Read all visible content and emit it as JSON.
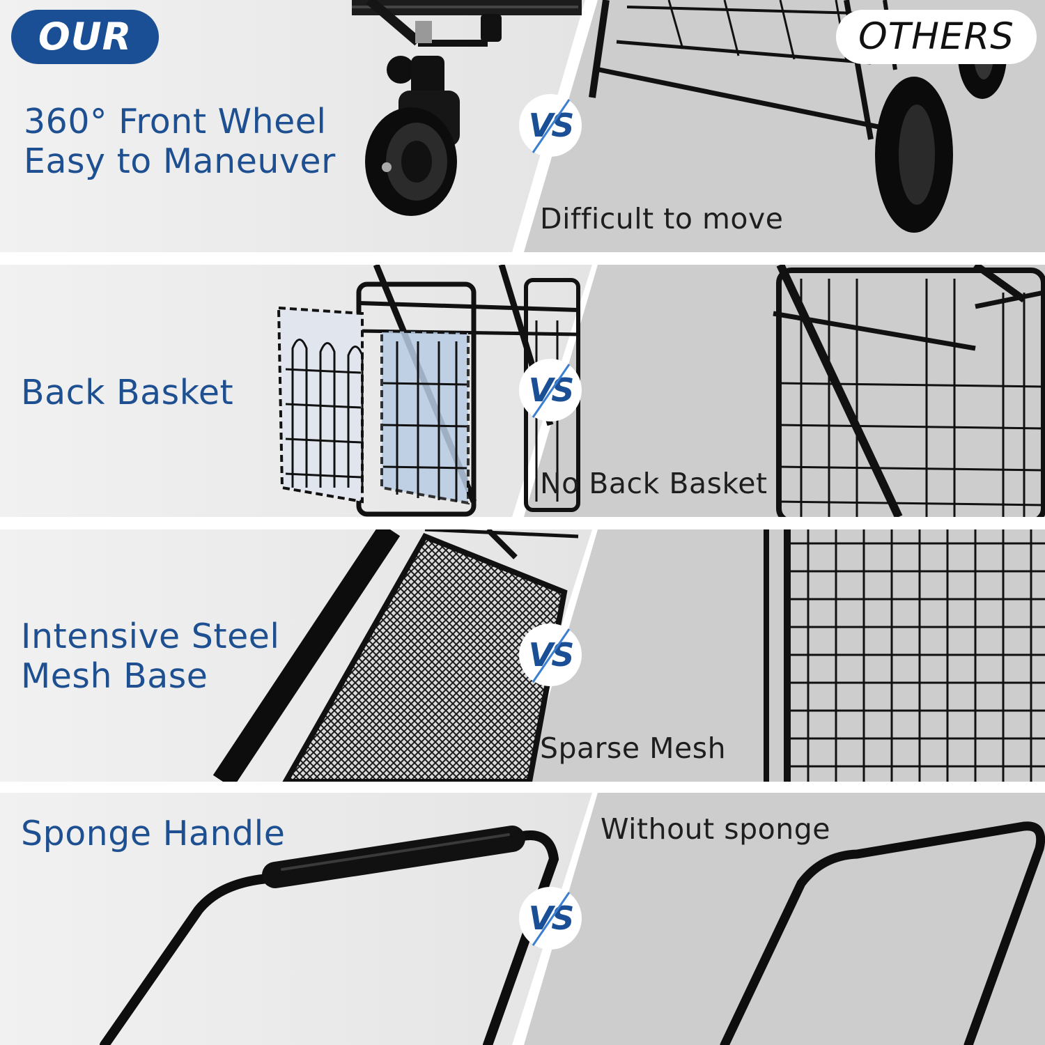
{
  "badges": {
    "our": "OUR",
    "others": "OTHERS",
    "vs": "VS"
  },
  "rows": [
    {
      "our_label": "360° Front Wheel\nEasy to Maneuver",
      "other_label": "Difficult to move"
    },
    {
      "our_label": "Back Basket",
      "other_label": "No Back Basket"
    },
    {
      "our_label": "Intensive Steel\nMesh Base",
      "other_label": "Sparse Mesh"
    },
    {
      "our_label": "Sponge Handle",
      "other_label": "Without sponge"
    }
  ],
  "colors": {
    "brand_blue": "#1b4f95",
    "label_blue": "#1d4f91",
    "our_panel": "#eeeeee",
    "others_panel": "#cfcfcf",
    "gap": "#ffffff"
  },
  "icons": [
    "swivel-caster-wheel",
    "fixed-wheel",
    "wire-basket",
    "steel-mesh-base",
    "sparse-wire-mesh",
    "foam-handle",
    "bare-handle"
  ]
}
